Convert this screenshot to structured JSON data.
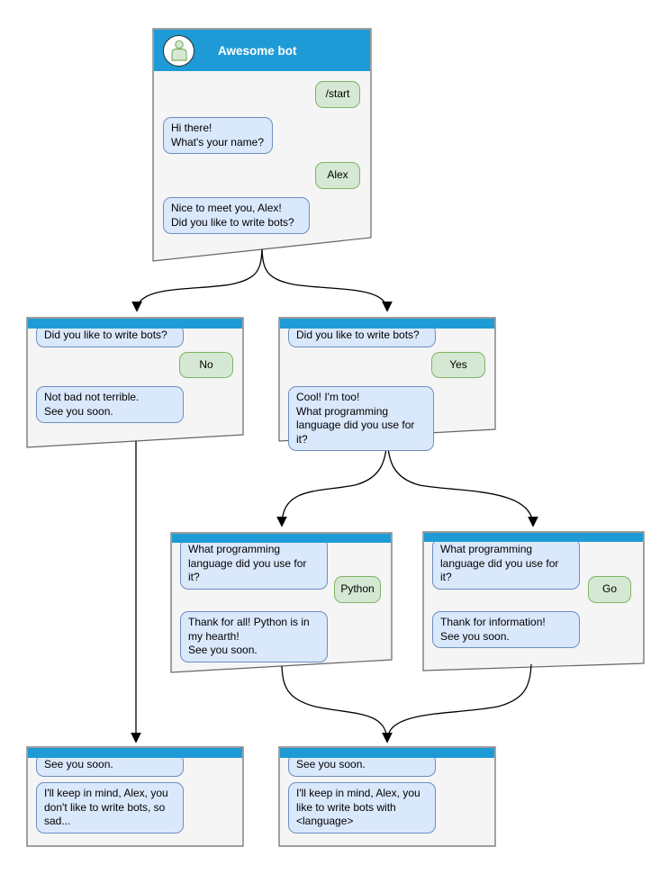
{
  "colors": {
    "header_blue": "#1e9bd7",
    "window_fill": "#f5f5f5",
    "window_border": "#666666",
    "bot_bubble_fill": "#dae8fc",
    "bot_bubble_border": "#6c8ebf",
    "user_bubble_fill": "#d5e8d4",
    "user_bubble_border": "#82b366",
    "connector": "#000000",
    "text": "#000000"
  },
  "windows": {
    "main": {
      "title": "Awesome bot",
      "avatar_icon": "person-icon",
      "messages": [
        {
          "side": "user",
          "text": "/start"
        },
        {
          "side": "bot",
          "text": "Hi there!\nWhat's your name?"
        },
        {
          "side": "user",
          "text": "Alex"
        },
        {
          "side": "bot",
          "text": "Nice to meet you, Alex!\nDid you like to write bots?"
        }
      ]
    },
    "branch_no": {
      "messages": [
        {
          "side": "bot",
          "text": "Did you like to write bots?"
        },
        {
          "side": "user",
          "text": "No"
        },
        {
          "side": "bot",
          "text": "Not bad not terrible.\nSee you soon."
        }
      ]
    },
    "branch_yes": {
      "messages": [
        {
          "side": "bot",
          "text": "Did you like to write bots?"
        },
        {
          "side": "user",
          "text": "Yes"
        },
        {
          "side": "bot",
          "text": "Cool! I'm too!\nWhat programming\nlanguage did you use for it?"
        }
      ]
    },
    "lang_python": {
      "messages": [
        {
          "side": "bot",
          "text": "What programming\nlanguage did you use for it?"
        },
        {
          "side": "user",
          "text": "Python"
        },
        {
          "side": "bot",
          "text": "Thank for all! Python is in\nmy hearth!\nSee you soon."
        }
      ]
    },
    "lang_go": {
      "messages": [
        {
          "side": "bot",
          "text": "What programming\nlanguage did you use for it?"
        },
        {
          "side": "user",
          "text": "Go"
        },
        {
          "side": "bot",
          "text": "Thank for information!\nSee you soon."
        }
      ]
    },
    "end_no": {
      "messages": [
        {
          "side": "bot",
          "text": "See you soon."
        },
        {
          "side": "bot",
          "text": "I'll keep in mind, Alex, you\ndon't like to write bots, so\nsad..."
        }
      ]
    },
    "end_yes": {
      "messages": [
        {
          "side": "bot",
          "text": "See you soon."
        },
        {
          "side": "bot",
          "text": "I'll keep in mind, Alex, you\nlike to write bots with\n<language>"
        }
      ]
    }
  }
}
